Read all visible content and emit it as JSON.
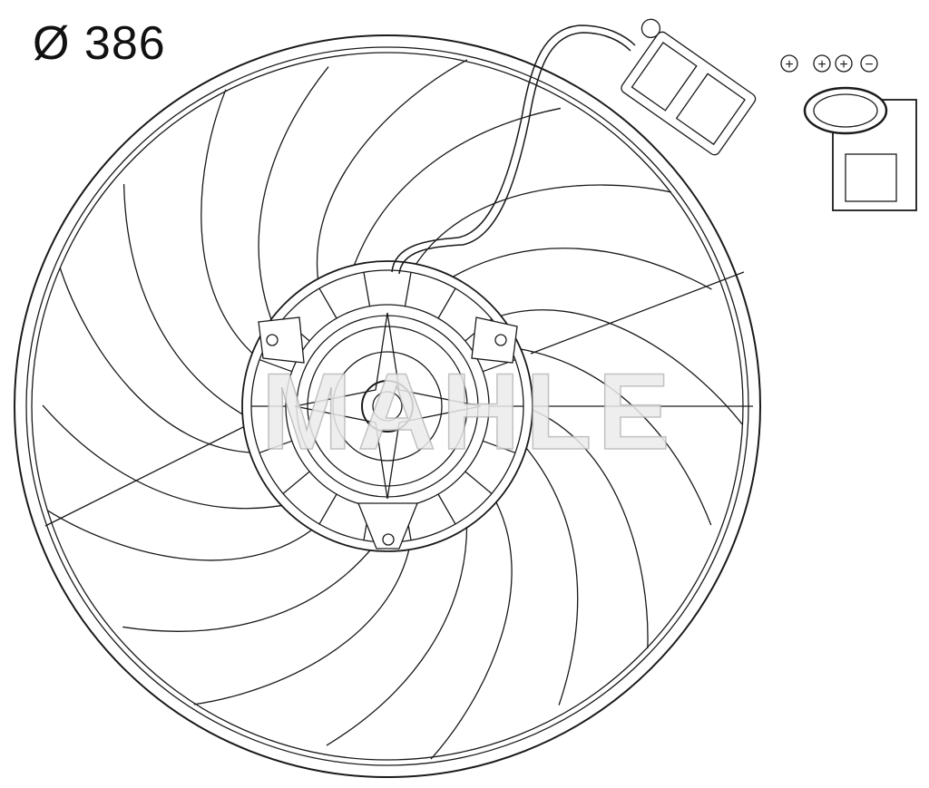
{
  "diagram": {
    "dimension_label": "Ø 386",
    "watermark": "MAHLE",
    "blade_count": 9,
    "connector_pins": [
      "+",
      "+",
      "+",
      "−"
    ]
  },
  "colors": {
    "line": "#1a1a1a",
    "watermark": "#d8d8d8"
  }
}
